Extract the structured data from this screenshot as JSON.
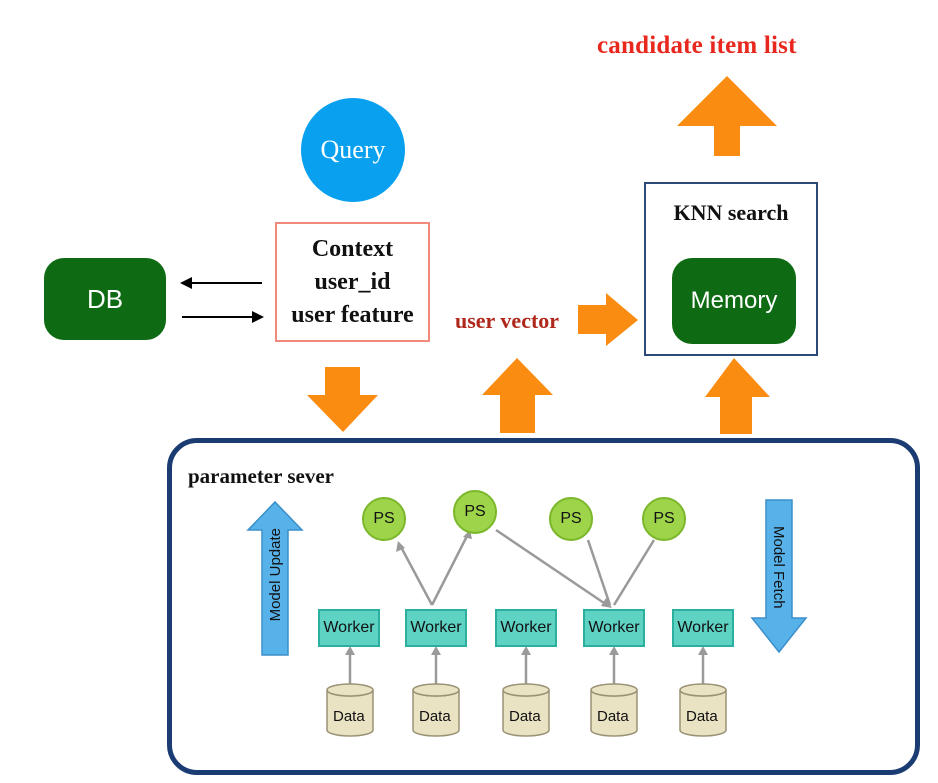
{
  "header": {
    "title": "candidate item list"
  },
  "query": {
    "label": "Query"
  },
  "context": {
    "line1": "Context",
    "line2": "user_id",
    "line3": "user feature"
  },
  "db": {
    "label": "DB"
  },
  "user_vector": {
    "label": "user vector"
  },
  "knn": {
    "title": "KNN search",
    "memory": "Memory"
  },
  "parameter_server": {
    "title": "parameter sever",
    "model_update": "Model Update",
    "model_fetch": "Model Fetch",
    "ps_nodes": [
      "PS",
      "PS",
      "PS",
      "PS"
    ],
    "workers": [
      "Worker",
      "Worker",
      "Worker",
      "Worker",
      "Worker"
    ],
    "data": [
      "Data",
      "Data",
      "Data",
      "Data",
      "Data"
    ]
  },
  "colors": {
    "accent_red": "#e8281f",
    "arrow_orange": "#fb8c12",
    "green": "#0e6b13",
    "query_blue": "#0aa0f0",
    "ps_green": "#9ed44a",
    "worker_teal": "#5ed3c4",
    "border_navy": "#1b3c73"
  }
}
